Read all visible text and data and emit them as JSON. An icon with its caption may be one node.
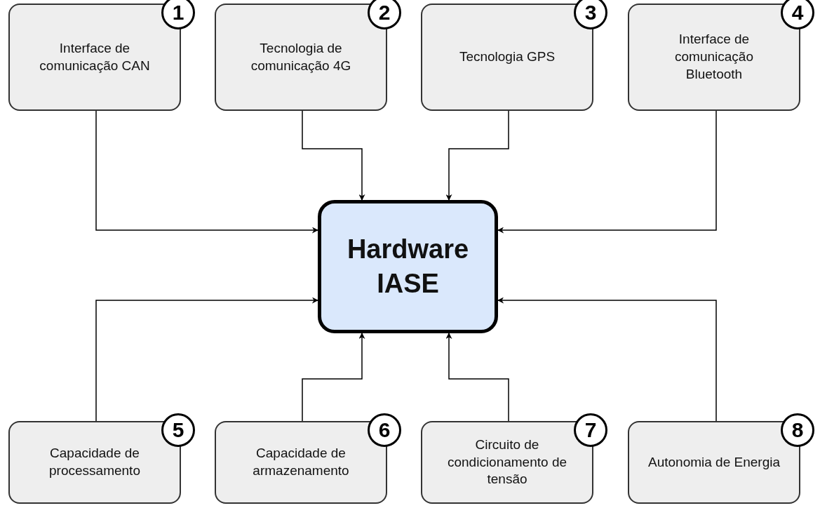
{
  "diagram": {
    "nodes": [
      {
        "text": [
          "Interface de comunicação CAN",
          "1"
        ]
      },
      {
        "text": [
          "Tecnologia de comunicação 4G",
          "2"
        ]
      },
      {
        "text": [
          "Tecnologia GPS",
          "3"
        ]
      },
      {
        "text": [
          "Interface de comunicação Bluetooth",
          "4"
        ]
      },
      {
        "text": [
          "Hardware IASE"
        ]
      },
      {
        "text": [
          "Capacidade de processamento",
          "5"
        ]
      },
      {
        "text": [
          "Capacidade de armazenamento",
          "6"
        ]
      },
      {
        "text": [
          "Circuito de condicionamento de tensão",
          "7"
        ]
      },
      {
        "text": [
          "Autonomia de Energia",
          "8"
        ]
      }
    ],
    "edges": [
      {
        "from": 0,
        "to": 4,
        "arrow": "to"
      },
      {
        "from": 1,
        "to": 4,
        "arrow": "to"
      },
      {
        "from": 2,
        "to": 4,
        "arrow": "to"
      },
      {
        "from": 3,
        "to": 4,
        "arrow": "to"
      },
      {
        "from": 5,
        "to": 4,
        "arrow": "to"
      },
      {
        "from": 6,
        "to": 4,
        "arrow": "to"
      },
      {
        "from": 7,
        "to": 4,
        "arrow": "to"
      },
      {
        "from": 8,
        "to": 4,
        "arrow": "to"
      }
    ]
  }
}
